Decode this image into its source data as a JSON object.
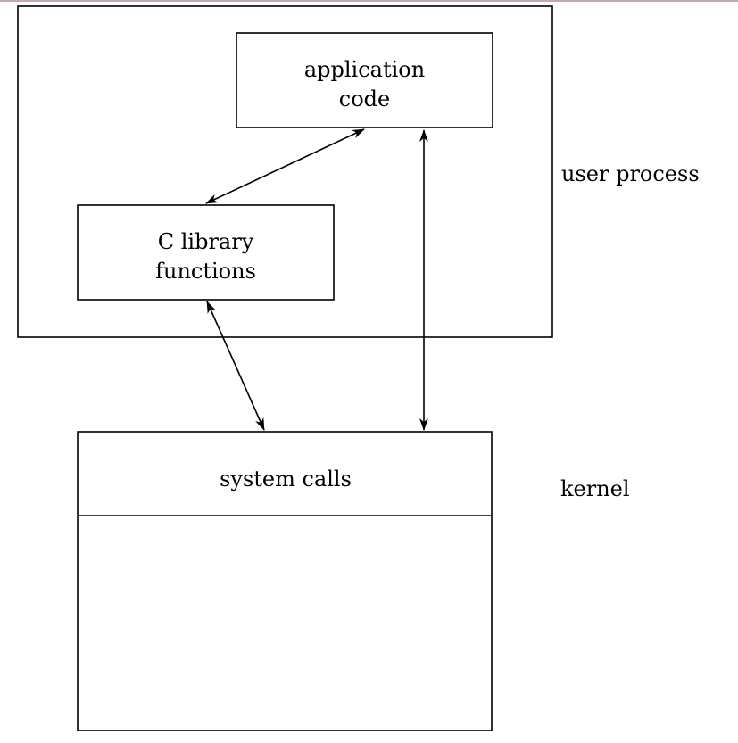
{
  "colors": {
    "stroke": "#000000",
    "background": "#ffffff",
    "top_line": "#c9a6b2"
  },
  "labels": {
    "app_code_line1": "application",
    "app_code_line2": "code",
    "c_lib_line1": "C library",
    "c_lib_line2": "functions",
    "system_calls": "system calls",
    "user_process": "user process",
    "kernel": "kernel"
  }
}
